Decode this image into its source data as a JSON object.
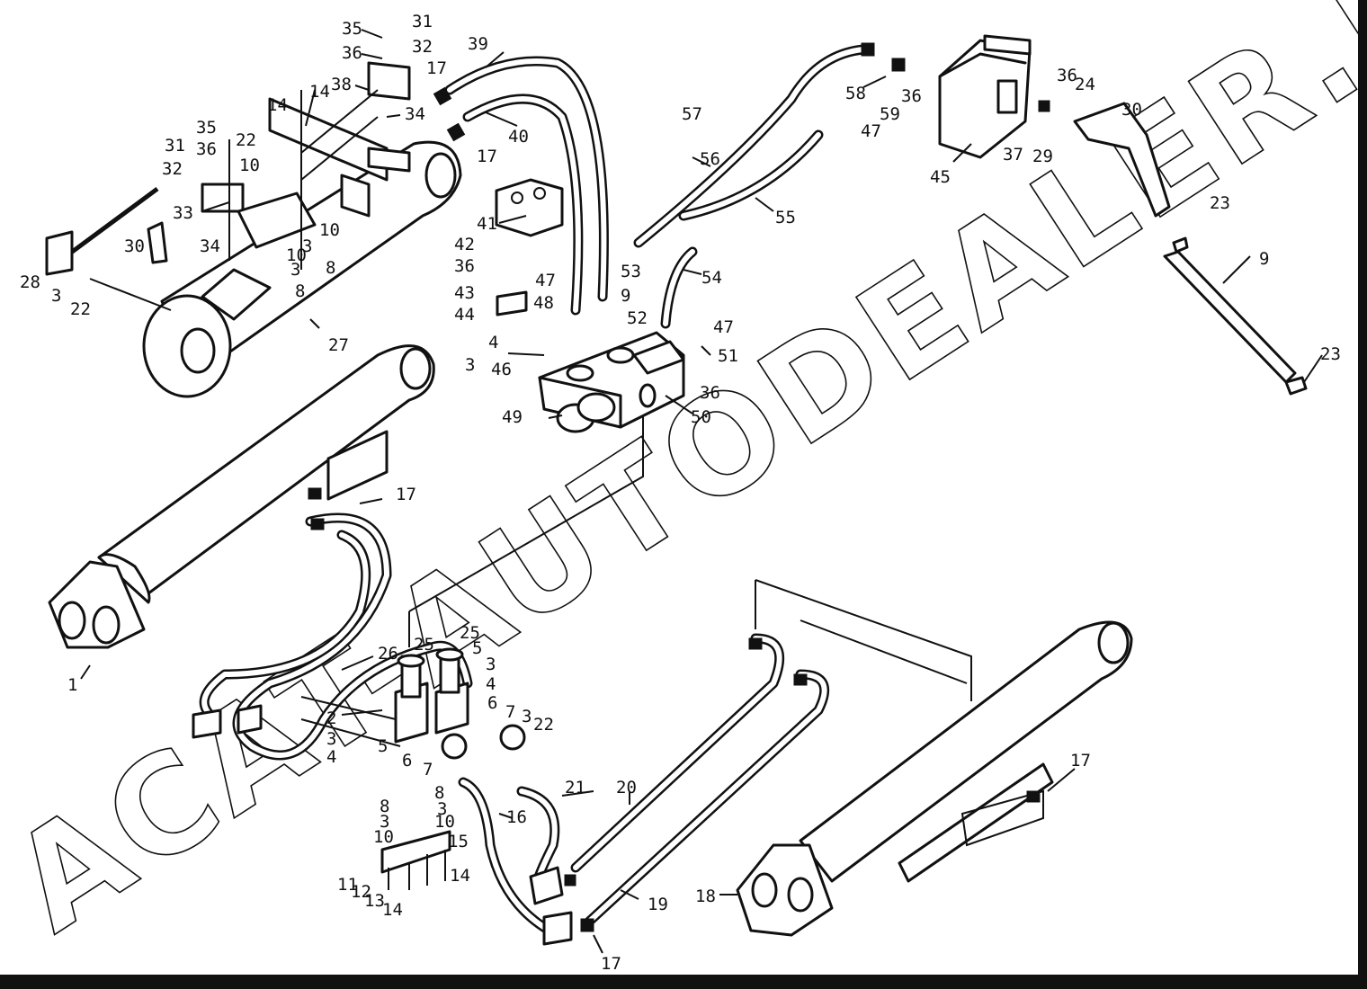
{
  "watermark": "ACAT-AUTODEALER.RU",
  "labels": [
    {
      "id": "l35a",
      "text": "35"
    },
    {
      "id": "l31a",
      "text": "31"
    },
    {
      "id": "l36a",
      "text": "36"
    },
    {
      "id": "l32a",
      "text": "32"
    },
    {
      "id": "l38",
      "text": "38"
    },
    {
      "id": "l14a",
      "text": "14"
    },
    {
      "id": "l34a",
      "text": "34"
    },
    {
      "id": "l17a",
      "text": "17"
    },
    {
      "id": "l17b",
      "text": "17"
    },
    {
      "id": "l39",
      "text": "39"
    },
    {
      "id": "l40",
      "text": "40"
    },
    {
      "id": "l35b",
      "text": "35"
    },
    {
      "id": "l22a",
      "text": "22"
    },
    {
      "id": "l14b",
      "text": "14"
    },
    {
      "id": "l31b",
      "text": "31"
    },
    {
      "id": "l36b",
      "text": "36"
    },
    {
      "id": "l10a",
      "text": "10"
    },
    {
      "id": "l32b",
      "text": "32"
    },
    {
      "id": "l33",
      "text": "33"
    },
    {
      "id": "l10b",
      "text": "10"
    },
    {
      "id": "l3a",
      "text": "3"
    },
    {
      "id": "l30a",
      "text": "30"
    },
    {
      "id": "l10c",
      "text": "10"
    },
    {
      "id": "l8a",
      "text": "8"
    },
    {
      "id": "l34b",
      "text": "34"
    },
    {
      "id": "l3b",
      "text": "3"
    },
    {
      "id": "l8b",
      "text": "8"
    },
    {
      "id": "l28",
      "text": "28"
    },
    {
      "id": "l3c",
      "text": "3"
    },
    {
      "id": "l22b",
      "text": "22"
    },
    {
      "id": "l27",
      "text": "27"
    },
    {
      "id": "l41",
      "text": "41"
    },
    {
      "id": "l42",
      "text": "42"
    },
    {
      "id": "l36c",
      "text": "36"
    },
    {
      "id": "l43",
      "text": "43"
    },
    {
      "id": "l44",
      "text": "44"
    },
    {
      "id": "l47a",
      "text": "47"
    },
    {
      "id": "l48",
      "text": "48"
    },
    {
      "id": "l4a",
      "text": "4"
    },
    {
      "id": "l3d",
      "text": "3"
    },
    {
      "id": "l46",
      "text": "46"
    },
    {
      "id": "l49",
      "text": "49"
    },
    {
      "id": "l53",
      "text": "53"
    },
    {
      "id": "l9a",
      "text": "9"
    },
    {
      "id": "l52",
      "text": "52"
    },
    {
      "id": "l54",
      "text": "54"
    },
    {
      "id": "l47b",
      "text": "47"
    },
    {
      "id": "l51",
      "text": "51"
    },
    {
      "id": "l36d",
      "text": "36"
    },
    {
      "id": "l50",
      "text": "50"
    },
    {
      "id": "l57",
      "text": "57"
    },
    {
      "id": "l56",
      "text": "56"
    },
    {
      "id": "l55",
      "text": "55"
    },
    {
      "id": "l58",
      "text": "58"
    },
    {
      "id": "l36e",
      "text": "36"
    },
    {
      "id": "l59",
      "text": "59"
    },
    {
      "id": "l47c",
      "text": "47"
    },
    {
      "id": "l45",
      "text": "45"
    },
    {
      "id": "l37",
      "text": "37"
    },
    {
      "id": "l29",
      "text": "29"
    },
    {
      "id": "l36f",
      "text": "36"
    },
    {
      "id": "l24",
      "text": "24"
    },
    {
      "id": "l30b",
      "text": "30"
    },
    {
      "id": "l23a",
      "text": "23"
    },
    {
      "id": "l9b",
      "text": "9"
    },
    {
      "id": "l23b",
      "text": "23"
    },
    {
      "id": "l17c",
      "text": "17"
    },
    {
      "id": "l1",
      "text": "1"
    },
    {
      "id": "l26",
      "text": "26"
    },
    {
      "id": "l25a",
      "text": "25"
    },
    {
      "id": "l25b",
      "text": "25"
    },
    {
      "id": "l5a",
      "text": "5"
    },
    {
      "id": "l3e",
      "text": "3"
    },
    {
      "id": "l4b",
      "text": "4"
    },
    {
      "id": "l2",
      "text": "2"
    },
    {
      "id": "l6a",
      "text": "6"
    },
    {
      "id": "l7a",
      "text": "7"
    },
    {
      "id": "l3f",
      "text": "3"
    },
    {
      "id": "l22c",
      "text": "22"
    },
    {
      "id": "l3g",
      "text": "3"
    },
    {
      "id": "l4c",
      "text": "4"
    },
    {
      "id": "l5b",
      "text": "5"
    },
    {
      "id": "l6b",
      "text": "6"
    },
    {
      "id": "l7b",
      "text": "7"
    },
    {
      "id": "l21",
      "text": "21"
    },
    {
      "id": "l20",
      "text": "20"
    },
    {
      "id": "l16",
      "text": "16"
    },
    {
      "id": "l8c",
      "text": "8"
    },
    {
      "id": "l8d",
      "text": "8"
    },
    {
      "id": "l3h",
      "text": "3"
    },
    {
      "id": "l3i",
      "text": "3"
    },
    {
      "id": "l10d",
      "text": "10"
    },
    {
      "id": "l10e",
      "text": "10"
    },
    {
      "id": "l15",
      "text": "15"
    },
    {
      "id": "l11",
      "text": "11"
    },
    {
      "id": "l12",
      "text": "12"
    },
    {
      "id": "l13",
      "text": "13"
    },
    {
      "id": "l14c",
      "text": "14"
    },
    {
      "id": "l14d",
      "text": "14"
    },
    {
      "id": "l19",
      "text": "19"
    },
    {
      "id": "l17d",
      "text": "17"
    },
    {
      "id": "l18",
      "text": "18"
    },
    {
      "id": "l17e",
      "text": "17"
    }
  ]
}
